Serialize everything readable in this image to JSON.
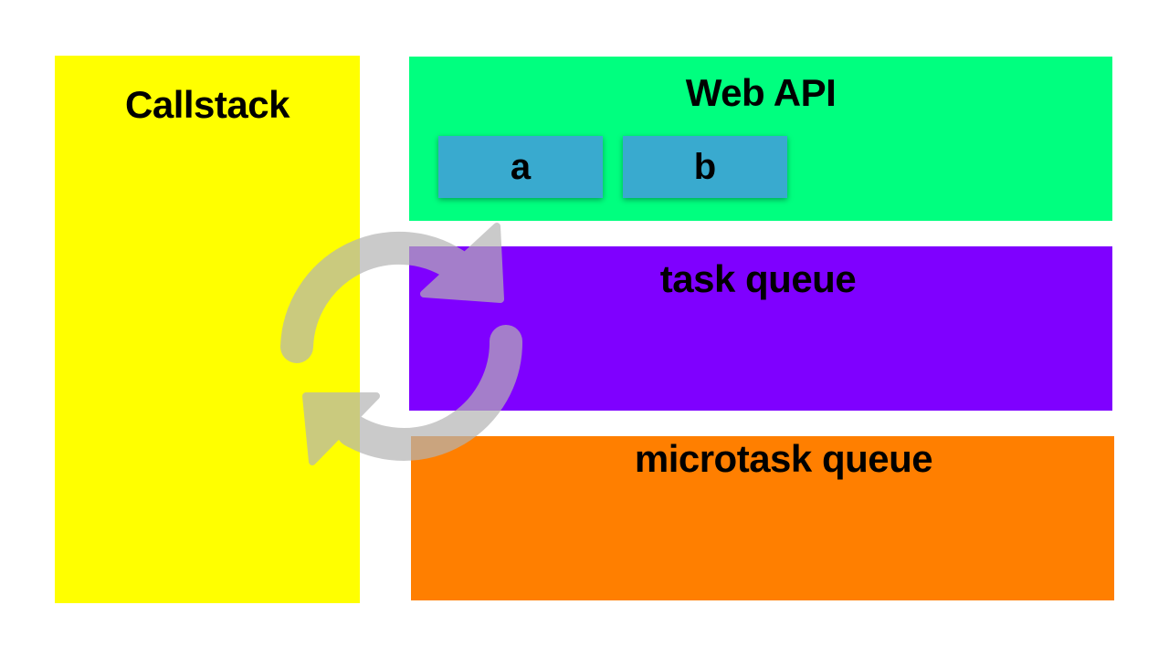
{
  "colors": {
    "callstack": "#ffff00",
    "webapi": "#00ff7f",
    "taskqueue": "#7f00ff",
    "microtaskqueue": "#ff7f00",
    "api_item": "#39aacf",
    "loop_icon": "#b4b4b4"
  },
  "callstack": {
    "title": "Callstack"
  },
  "webapi": {
    "title": "Web API",
    "items": [
      {
        "label": "a"
      },
      {
        "label": "b"
      }
    ]
  },
  "taskqueue": {
    "title": "task queue"
  },
  "microtaskqueue": {
    "title": "microtask queue"
  },
  "event_loop": {
    "icon": "refresh-icon"
  }
}
